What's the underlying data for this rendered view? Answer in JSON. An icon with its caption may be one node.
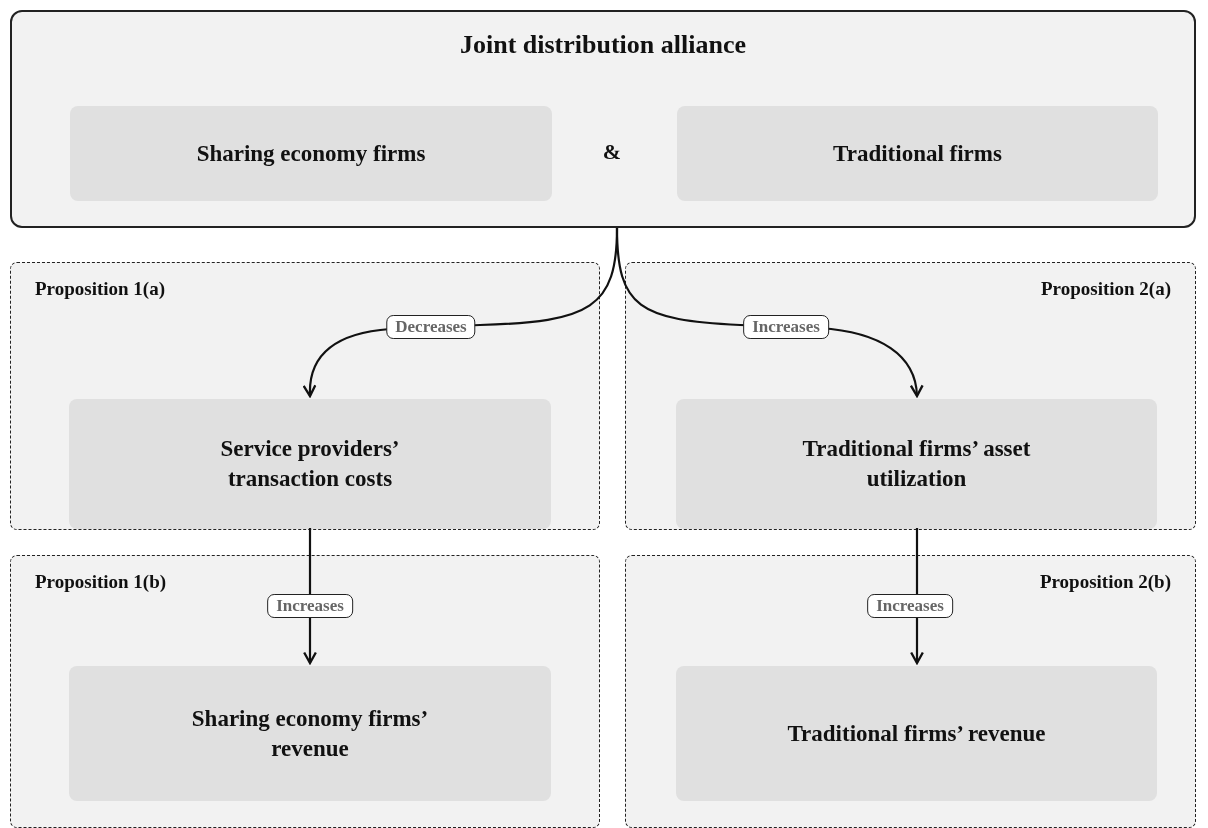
{
  "diagram": {
    "nodes": [
      {
        "text": [
          "Joint distribution alliance"
        ]
      },
      {
        "text": [
          "Sharing economy firms"
        ],
        "in": 0
      },
      {
        "text": [
          "Traditional firms"
        ],
        "in": 0
      },
      {
        "text": [
          "Proposition 1(a)"
        ]
      },
      {
        "text": [
          "Service providers’ transaction costs"
        ],
        "in": 3
      },
      {
        "text": [
          "Proposition 2(a)"
        ]
      },
      {
        "text": [
          "Traditional firms’ asset utilization"
        ],
        "in": 5
      },
      {
        "text": [
          "Proposition 1(b)"
        ]
      },
      {
        "text": [
          "Sharing economy firms’ revenue"
        ],
        "in": 7
      },
      {
        "text": [
          "Proposition 2(b)"
        ]
      },
      {
        "text": [
          "Traditional firms’ revenue"
        ],
        "in": 9
      }
    ],
    "edges": [
      {
        "from": 0,
        "to": 4,
        "arrow": "to",
        "label": "Decreases"
      },
      {
        "from": 0,
        "to": 6,
        "arrow": "to",
        "label": "Increases"
      },
      {
        "from": 4,
        "to": 8,
        "arrow": "to",
        "label": "Increases"
      },
      {
        "from": 6,
        "to": 10,
        "arrow": "to",
        "label": "Increases"
      }
    ],
    "labels": [
      "&"
    ]
  }
}
